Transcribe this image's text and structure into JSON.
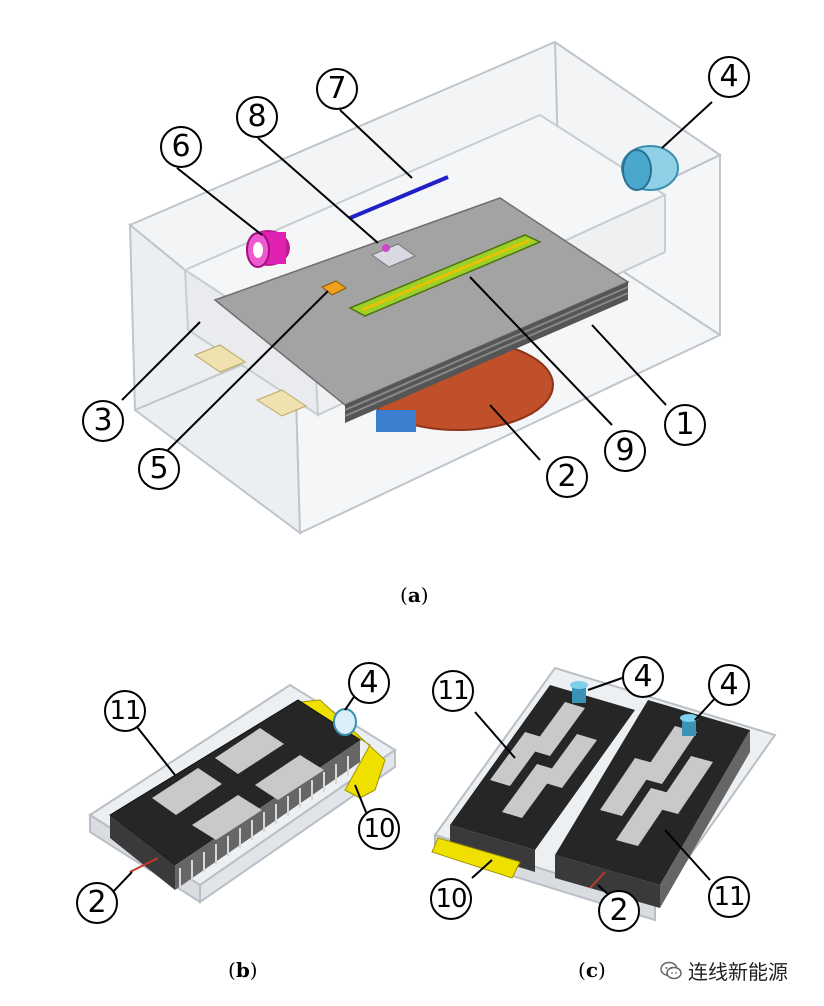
{
  "panels": {
    "a": {
      "caption_label": "a",
      "callouts": {
        "c1": "1",
        "c2": "2",
        "c3": "3",
        "c4": "4",
        "c5": "5",
        "c6": "6",
        "c7": "7",
        "c8": "8",
        "c9": "9"
      }
    },
    "b": {
      "caption_label": "b",
      "callouts": {
        "c2": "2",
        "c4": "4",
        "c10": "10",
        "c11": "11"
      }
    },
    "c": {
      "caption_label": "c",
      "callouts": {
        "c2": "2",
        "c4a": "4",
        "c4b": "4",
        "c10": "10",
        "c11a": "11",
        "c11b": "11"
      }
    }
  },
  "watermark": {
    "text": "连线新能源",
    "icon": "wechat-icon"
  },
  "colors": {
    "enclosure": "#e6e9ec",
    "battery": "#8c8c8c",
    "heater": "#c0502a",
    "pink_fan": "#e020b0",
    "blue_bar": "#2020c8",
    "pcb": "#9bd12a",
    "yellow_pad": "#f0e000",
    "cyan_port": "#6fc3dc",
    "dark_module": "#262626"
  }
}
